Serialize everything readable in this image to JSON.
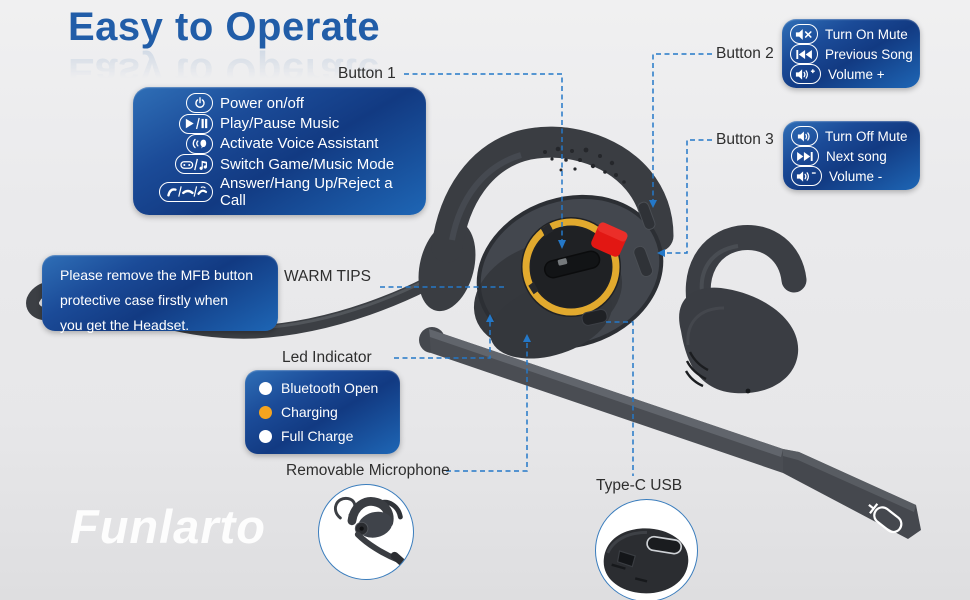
{
  "title": {
    "text": "Easy to Operate"
  },
  "watermark": {
    "text": "Funlarto"
  },
  "colors": {
    "title_blue": "#215da8",
    "panel_navy": "#123a82",
    "panel_blue": "#1e66b5",
    "dashed_line": "#2478c8",
    "led_white": "#ffffff",
    "led_charging_orange": "#f5a41f",
    "mfb_red_tab": "#e21713",
    "mfb_yellow_ring": "#e2aa2e",
    "background_grey": "#e8e8ea"
  },
  "callouts": {
    "button1": {
      "label": "Button 1",
      "items": [
        {
          "icon": "power-icon",
          "text": "Power on/off"
        },
        {
          "icon": "play-pause-icon",
          "text": "Play/Pause Music"
        },
        {
          "icon": "voice-assistant-icon",
          "text": "Activate Voice Assistant"
        },
        {
          "icon": "game-music-icon",
          "text": "Switch Game/Music Mode"
        },
        {
          "icon": "call-icon",
          "text": "Answer/Hang Up/Reject a Call"
        }
      ]
    },
    "button2": {
      "label": "Button 2",
      "items": [
        {
          "icon": "mute-on-icon",
          "text": "Turn On Mute"
        },
        {
          "icon": "previous-song-icon",
          "text": "Previous Song"
        },
        {
          "icon": "volume-plus-icon",
          "text": "Volume +"
        }
      ]
    },
    "button3": {
      "label": "Button 3",
      "items": [
        {
          "icon": "mute-off-icon",
          "text": "Turn Off Mute"
        },
        {
          "icon": "next-song-icon",
          "text": "Next song"
        },
        {
          "icon": "volume-minus-icon",
          "text": "Volume -"
        }
      ]
    },
    "warm_tips": {
      "label": "WARM TIPS",
      "lines": [
        "Please remove the MFB button",
        "protective case firstly when",
        "you get the Headset."
      ]
    },
    "led": {
      "label": "Led Indicator",
      "items": [
        {
          "dot": "#ffffff",
          "text": "Bluetooth Open"
        },
        {
          "dot": "#f5a41f",
          "text": "Charging"
        },
        {
          "dot": "#ffffff",
          "text": "Full Charge"
        }
      ]
    },
    "microphone": {
      "label": "Removable Microphone"
    },
    "usb": {
      "label": "Type-C USB"
    }
  }
}
